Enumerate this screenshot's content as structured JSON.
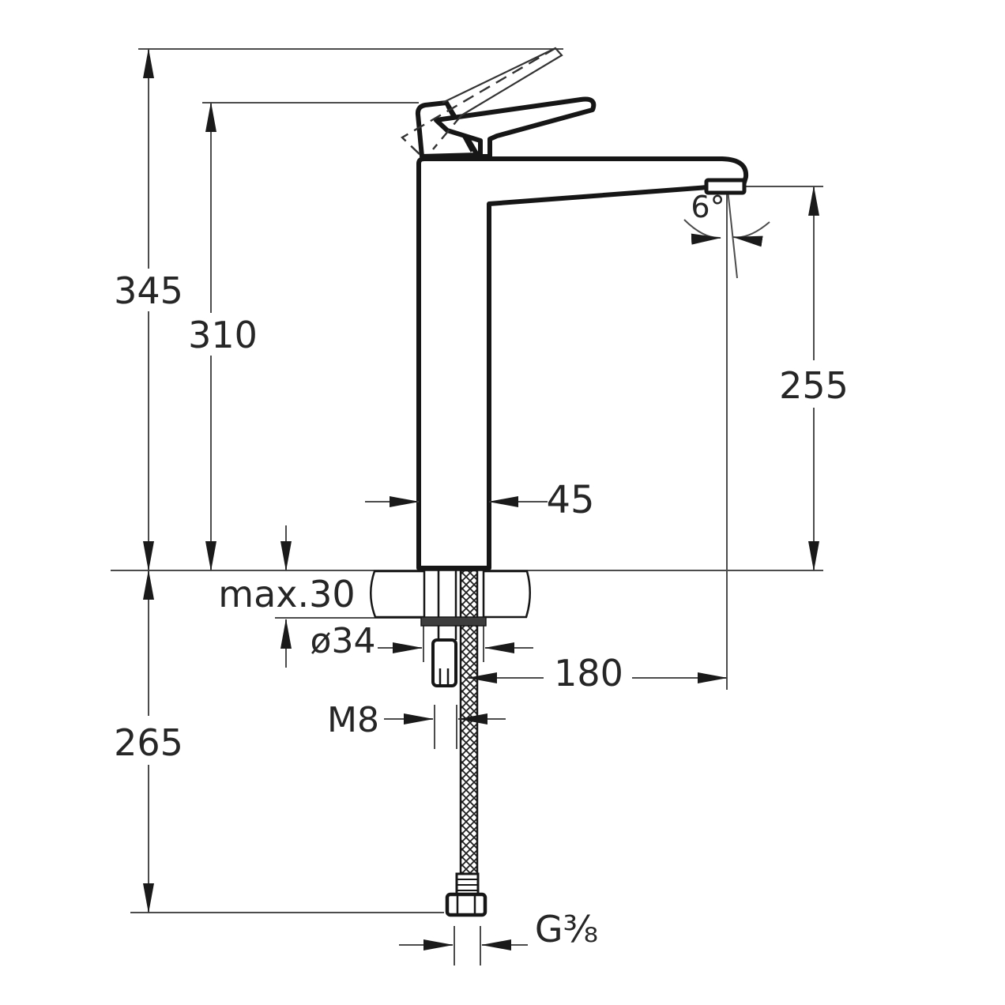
{
  "colors": {
    "background": "#ffffff",
    "outline": "#161616",
    "dimension_line": "#4c4c4c",
    "arrowhead": "#1a1a1a",
    "label_text": "#262626",
    "washer_fill": "#3d3d3d"
  },
  "labels": {
    "total_height": "345",
    "lever_height": "310",
    "spout_outlet_height": "255",
    "body_width": "45",
    "deck_thickness": "max.30",
    "hole_diameter": "ø34",
    "spout_reach": "180",
    "fixing_stud_thread": "M8",
    "hose_length": "265",
    "spout_angle": "6°",
    "hose_thread": "G⅜"
  }
}
